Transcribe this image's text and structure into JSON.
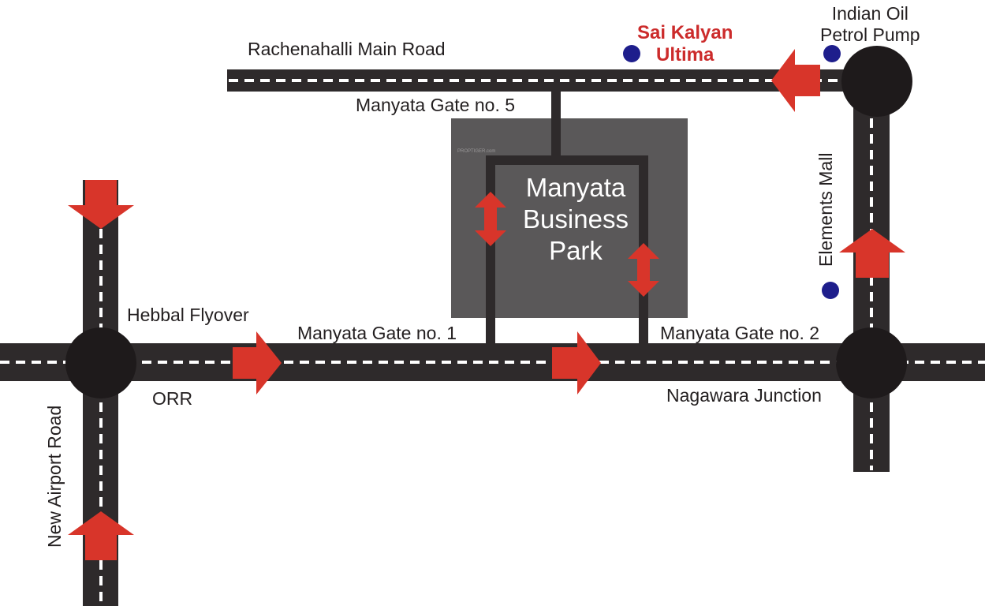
{
  "colors": {
    "road": "#2e2a2b",
    "dash": "#ffffff",
    "block": "#5a5859",
    "arrow": "#d8352a",
    "landmark": "#1e1e8c",
    "highlight": "#cc2b2b"
  },
  "labels": {
    "project": "Sai Kalyan\nUltima",
    "project_line1": "Sai Kalyan",
    "project_line2": "Ultima",
    "rachenahalli": "Rachenahalli Main Road",
    "indian_oil_1": "Indian Oil",
    "indian_oil_2": "Petrol Pump",
    "gate5": "Manyata Gate no. 5",
    "park_1": "Manyata",
    "park_2": "Business",
    "park_3": "Park",
    "elements_mall": "Elements Mall",
    "hebbal": "Hebbal Flyover",
    "gate1": "Manyata Gate no. 1",
    "gate2": "Manyata Gate no. 2",
    "orr": "ORR",
    "nagawara": "Nagawara Junction",
    "airport_road": "New Airport Road"
  },
  "watermark": "PROPTIGER.com"
}
